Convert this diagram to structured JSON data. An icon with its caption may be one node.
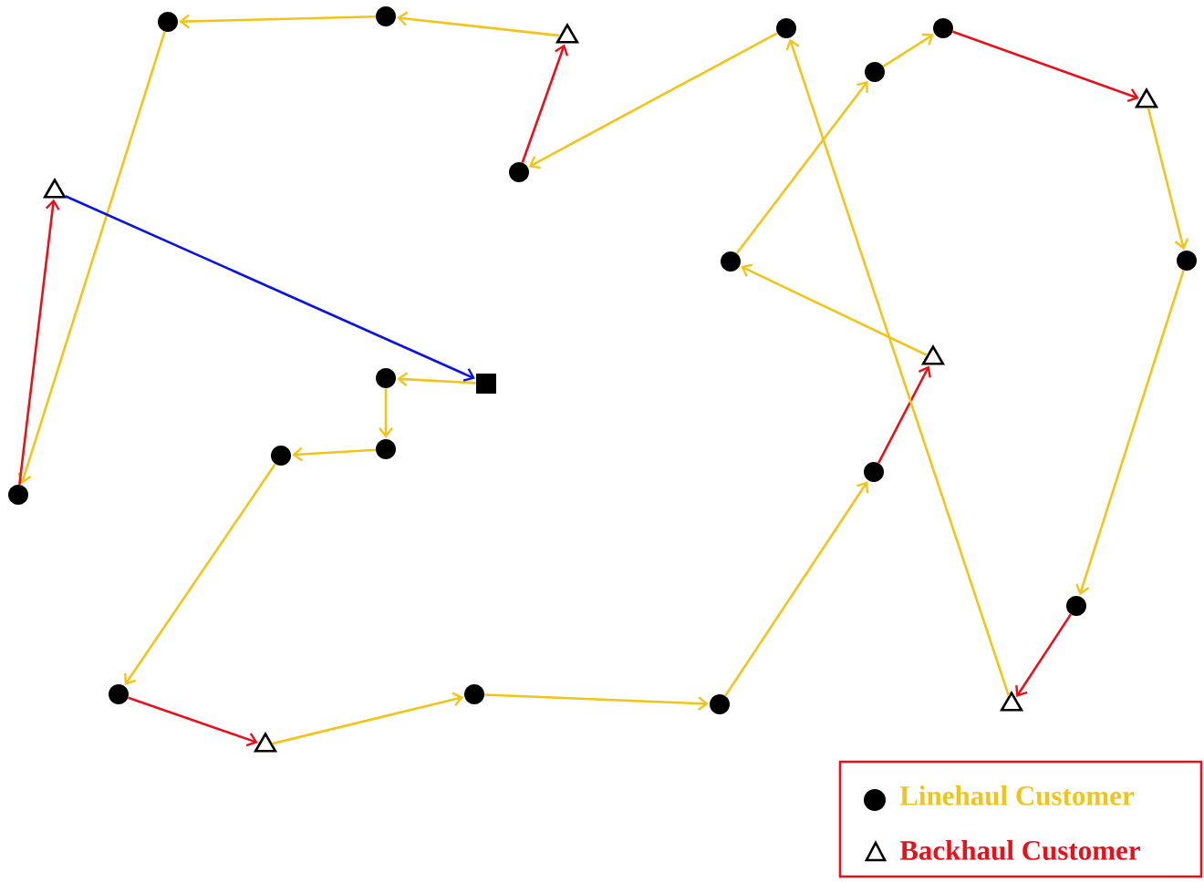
{
  "diagram": {
    "nodes": [
      {
        "text": [],
        "shape": "square"
      },
      {
        "text": [],
        "shape": "circle"
      },
      {
        "text": [],
        "shape": "circle"
      },
      {
        "text": [],
        "shape": "circle"
      },
      {
        "text": [],
        "shape": "circle"
      },
      {
        "text": [],
        "shape": "triangle"
      },
      {
        "text": [],
        "shape": "circle"
      },
      {
        "text": [],
        "shape": "circle"
      },
      {
        "text": [],
        "shape": "circle"
      },
      {
        "text": [],
        "shape": "triangle"
      },
      {
        "text": [],
        "shape": "circle"
      },
      {
        "text": [],
        "shape": "circle"
      },
      {
        "text": [],
        "shape": "circle"
      },
      {
        "text": [],
        "shape": "triangle"
      },
      {
        "text": [],
        "shape": "circle"
      },
      {
        "text": [],
        "shape": "circle"
      },
      {
        "text": [],
        "shape": "triangle"
      },
      {
        "text": [],
        "shape": "circle"
      },
      {
        "text": [],
        "shape": "circle"
      },
      {
        "text": [],
        "shape": "triangle"
      },
      {
        "text": [],
        "shape": "circle"
      },
      {
        "text": [],
        "shape": "circle"
      },
      {
        "text": [],
        "shape": "circle"
      },
      {
        "text": [],
        "shape": "triangle"
      }
    ],
    "edges": [
      {
        "from": 0,
        "to": 1,
        "arrow": "to"
      },
      {
        "from": 1,
        "to": 2,
        "arrow": "to"
      },
      {
        "from": 2,
        "to": 3,
        "arrow": "to"
      },
      {
        "from": 3,
        "to": 4,
        "arrow": "to"
      },
      {
        "from": 4,
        "to": 5,
        "arrow": "to",
        "color": "#e8101a"
      },
      {
        "from": 5,
        "to": 6,
        "arrow": "to"
      },
      {
        "from": 6,
        "to": 7,
        "arrow": "to"
      },
      {
        "from": 7,
        "to": 8,
        "arrow": "to"
      },
      {
        "from": 8,
        "to": 9,
        "arrow": "to",
        "color": "#e8101a"
      },
      {
        "from": 9,
        "to": 10,
        "arrow": "to"
      },
      {
        "from": 10,
        "to": 11,
        "arrow": "to"
      },
      {
        "from": 11,
        "to": 12,
        "arrow": "to"
      },
      {
        "from": 12,
        "to": 13,
        "arrow": "to",
        "color": "#e8101a"
      },
      {
        "from": 13,
        "to": 14,
        "arrow": "to"
      },
      {
        "from": 14,
        "to": 15,
        "arrow": "to"
      },
      {
        "from": 15,
        "to": 16,
        "arrow": "to",
        "color": "#e8101a"
      },
      {
        "from": 16,
        "to": 17,
        "arrow": "to"
      },
      {
        "from": 17,
        "to": 18,
        "arrow": "to"
      },
      {
        "from": 18,
        "to": 19,
        "arrow": "to",
        "color": "#e8101a"
      },
      {
        "from": 19,
        "to": 20,
        "arrow": "to"
      },
      {
        "from": 20,
        "to": 21,
        "arrow": "to"
      },
      {
        "from": 21,
        "to": 22,
        "arrow": "to"
      },
      {
        "from": 22,
        "to": 23,
        "arrow": "to",
        "color": "#e8101a"
      },
      {
        "from": 23,
        "to": 0,
        "arrow": "to",
        "color": "#0a14e0"
      }
    ],
    "legend": [
      {
        "text": "Linehaul Customer"
      },
      {
        "text": "Backhaul Customer"
      }
    ]
  }
}
